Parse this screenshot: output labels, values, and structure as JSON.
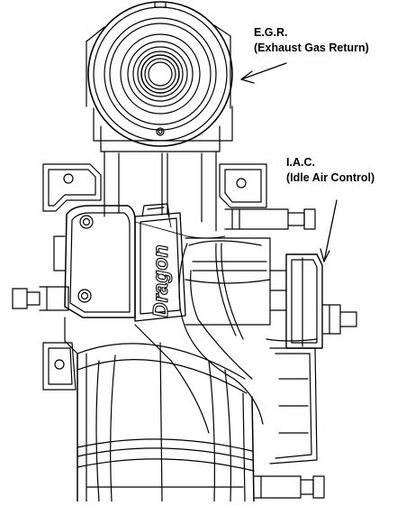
{
  "labels": {
    "egr": {
      "abbr": "E.G.R.",
      "full": "(Exhaust Gas Return)"
    },
    "iac": {
      "abbr": "I.A.C.",
      "full": "(Idle Air Control)"
    },
    "brand": "Dragon"
  },
  "colors": {
    "line": "#000000",
    "background": "#ffffff"
  }
}
